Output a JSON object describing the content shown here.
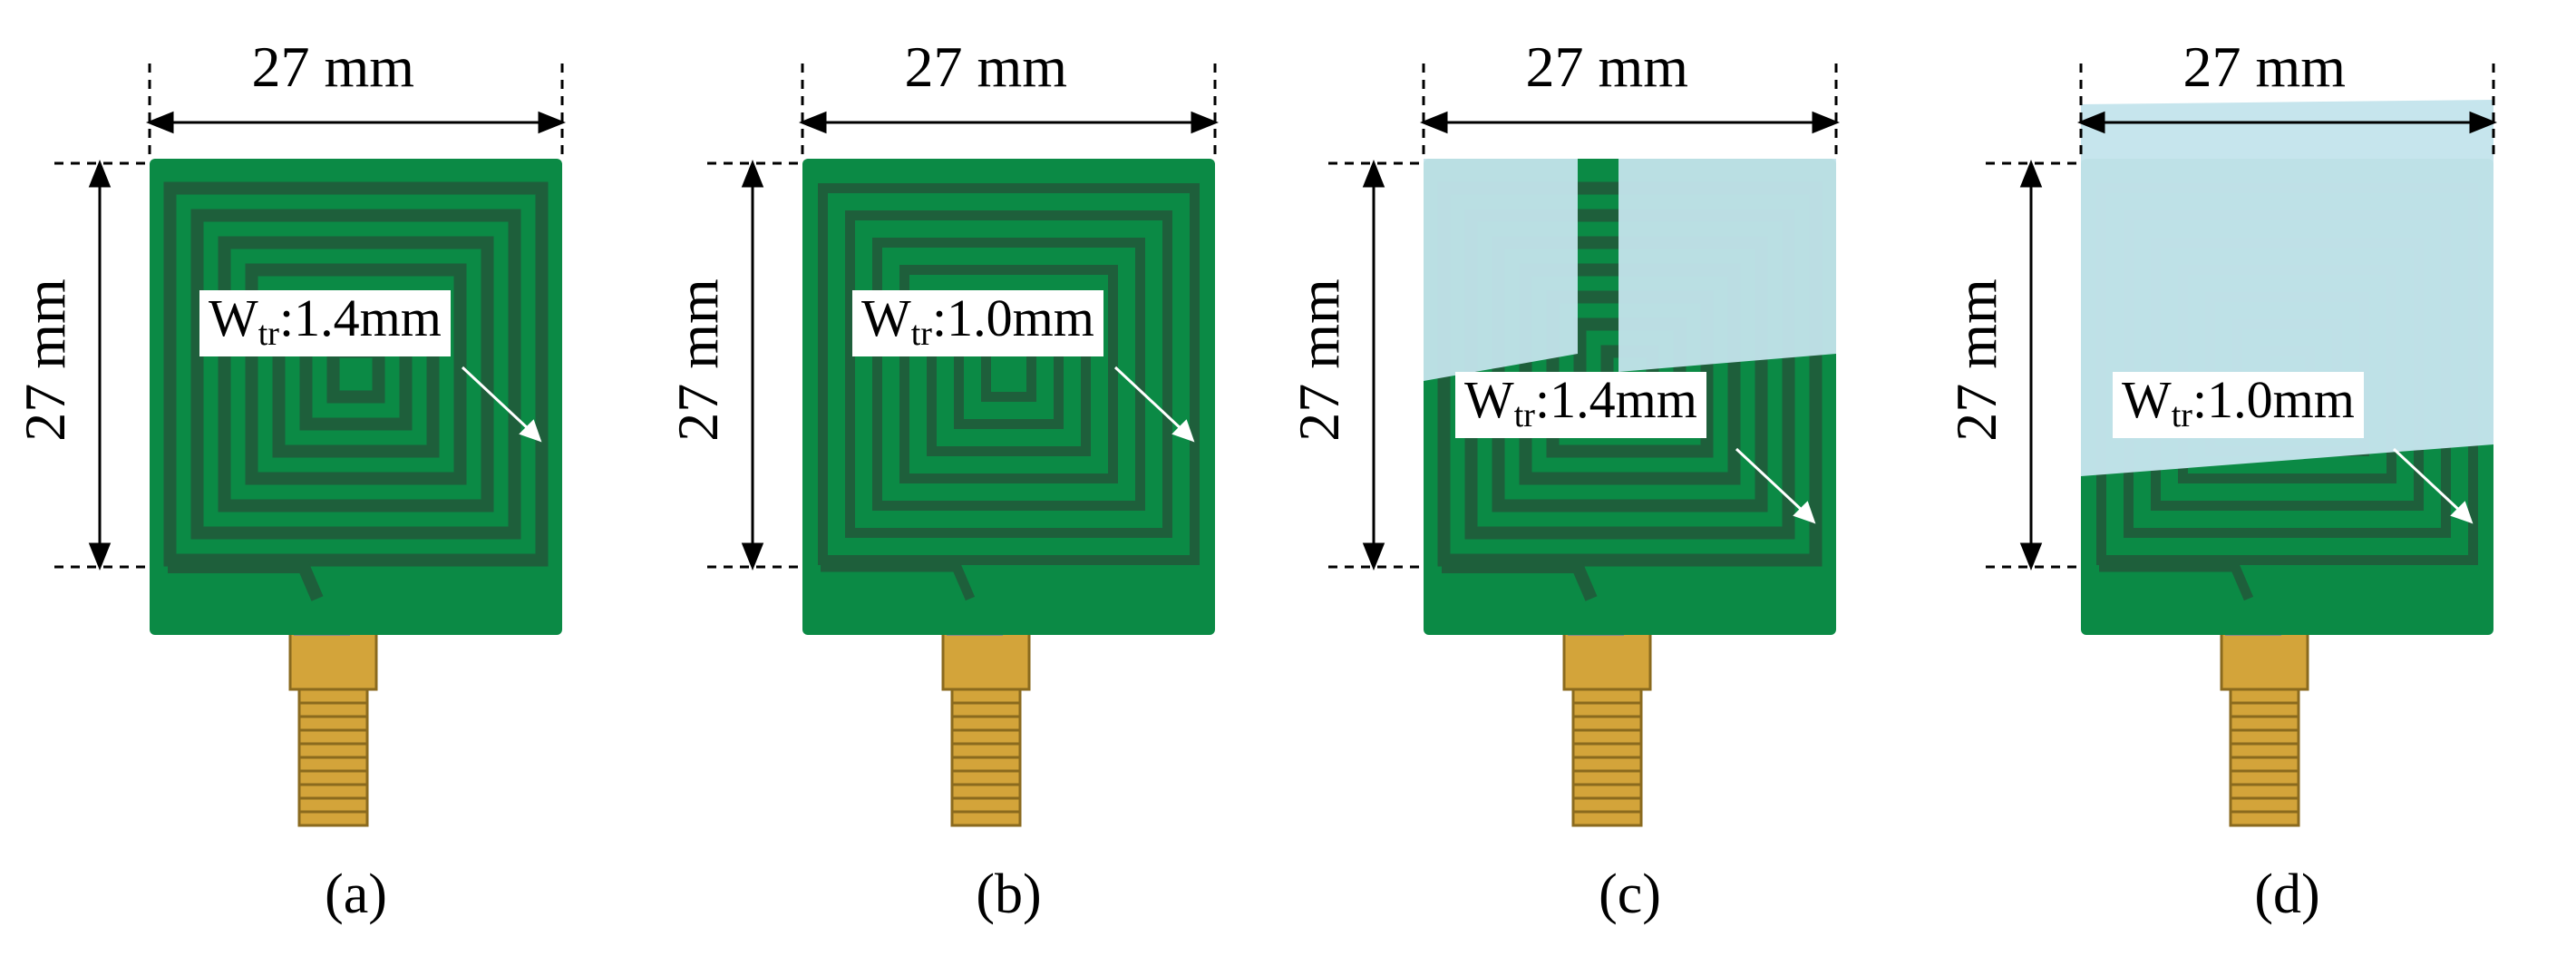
{
  "panels": [
    {
      "caption": "(a)",
      "width_dim": "27 mm",
      "height_dim": "27 mm",
      "w_main": "W",
      "w_sub": "tr",
      "w_value": ":1.4mm"
    },
    {
      "caption": "(b)",
      "width_dim": "27 mm",
      "height_dim": "27 mm",
      "w_main": "W",
      "w_sub": "tr",
      "w_value": ":1.0mm"
    },
    {
      "caption": "(c)",
      "width_dim": "27 mm",
      "height_dim": "27 mm",
      "w_main": "W",
      "w_sub": "tr",
      "w_value": ":1.4mm"
    },
    {
      "caption": "(d)",
      "width_dim": "27 mm",
      "height_dim": "27 mm",
      "w_main": "W",
      "w_sub": "tr",
      "w_value": ":1.0mm"
    }
  ],
  "colors": {
    "pcb": "#0b8a45",
    "trace": "#1e5f3b",
    "tape": "#c4e4ec",
    "connector": "#d3a43a"
  }
}
